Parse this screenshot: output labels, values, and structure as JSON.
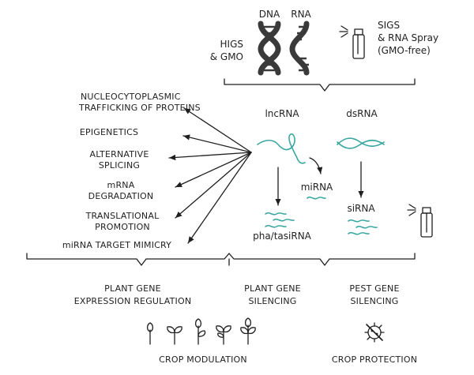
{
  "top": {
    "higs_line1": "HIGS",
    "higs_line2": "& GMO",
    "dna_label": "DNA",
    "rna_label": "RNA",
    "sigs_line1": "SIGS",
    "sigs_line2": "& RNA Spray",
    "sigs_line3": "(GMO-free)"
  },
  "regulation_targets": [
    "NUCLEOCYTOPLASMIC",
    "TRAFFICKING OF PROTEINS",
    "EPIGENETICS",
    "ALTERNATIVE",
    "SPLICING",
    "mRNA",
    "DEGRADATION",
    "TRANSLATIONAL",
    "PROMOTION",
    "miRNA TARGET MIMICRY"
  ],
  "rna_types": {
    "lncrna": "lncRNA",
    "dsrna": "dsRNA",
    "mirna": "miRNA",
    "pha_tasirna": "pha/tasiRNA",
    "sirna": "siRNA"
  },
  "categories": {
    "plant_gene_expression_line1": "PLANT GENE",
    "plant_gene_expression_line2": "EXPRESSION REGULATION",
    "plant_gene_silencing_line1": "PLANT GENE",
    "plant_gene_silencing_line2": "SILENCING",
    "pest_gene_silencing_line1": "PEST GENE",
    "pest_gene_silencing_line2": "SILENCING"
  },
  "outcomes": {
    "crop_modulation": "CROP MODULATION",
    "crop_protection": "CROP PROTECTION"
  },
  "colors": {
    "ink": "#1f1f1f",
    "rna_teal": "#3aa6a0"
  },
  "icons": [
    "dna-double-helix-icon",
    "rna-strand-icon",
    "spray-bottle-icon",
    "seedling-icon",
    "virus-crossed-icon"
  ]
}
